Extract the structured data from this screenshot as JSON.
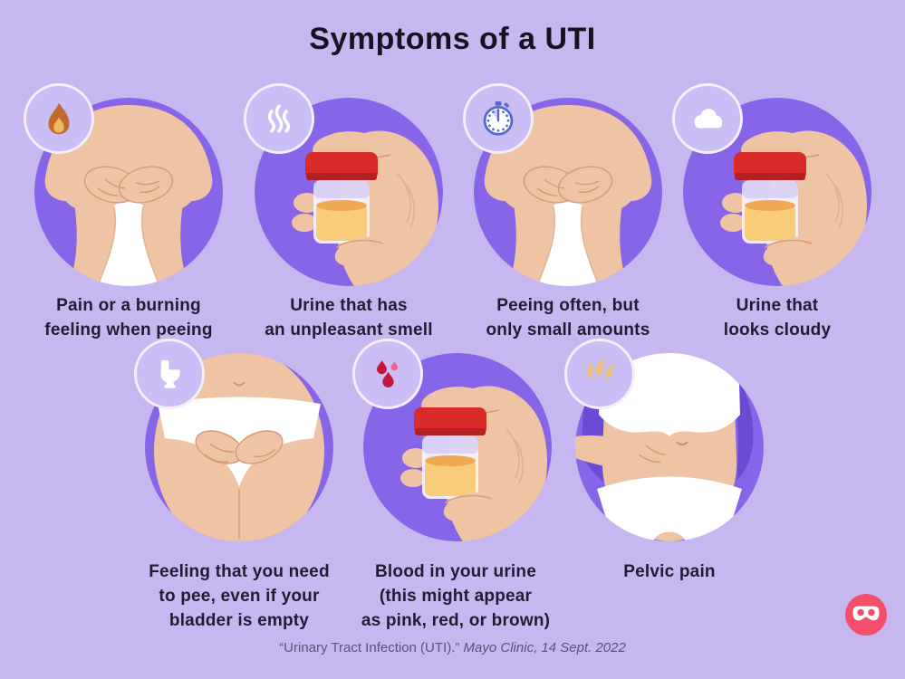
{
  "title": "Symptoms of a UTI",
  "colors": {
    "background": "#C7B7F1",
    "illustration_circle": "#8765E8",
    "badge_fill": "#CBBDF6",
    "text": "#221C33",
    "citation_text": "#5B5379",
    "logo_pink": "#F4506C",
    "urine_yellow": "#F8CC78",
    "lid_red": "#D92B27",
    "blood_red": "#C21738"
  },
  "symptoms": [
    {
      "id": "burning",
      "icon": "flame-icon",
      "illustration": "person-sitting-on-toilet",
      "lines": [
        "Pain or a burning",
        "feeling when peeing"
      ]
    },
    {
      "id": "smell",
      "icon": "odor-waves-icon",
      "illustration": "hand-holding-urine-cup",
      "lines": [
        "Urine that has",
        "an unpleasant smell"
      ]
    },
    {
      "id": "frequency",
      "icon": "stopwatch-icon",
      "illustration": "person-sitting-on-toilet",
      "lines": [
        "Peeing often, but",
        "only small amounts"
      ]
    },
    {
      "id": "cloudy",
      "icon": "cloud-icon",
      "illustration": "hand-holding-urine-cup",
      "lines": [
        "Urine that",
        "looks cloudy"
      ]
    },
    {
      "id": "urgency",
      "icon": "toilet-icon",
      "illustration": "hands-over-pelvis",
      "lines": [
        "Feeling that you need",
        "to pee, even if your",
        "bladder is empty"
      ]
    },
    {
      "id": "blood",
      "icon": "blood-drops-icon",
      "illustration": "hand-holding-urine-cup",
      "lines": [
        "Blood in your urine",
        "(this might appear",
        "as pink, red, or brown)"
      ]
    },
    {
      "id": "pelvic-pain",
      "icon": "lightning-bolts-icon",
      "illustration": "torso-hand-on-belly",
      "lines": [
        "Pelvic pain"
      ]
    }
  ],
  "citation": {
    "quote": "“Urinary Tract Infection (UTI).”",
    "source": "Mayo Clinic, 14 Sept. 2022"
  },
  "logo": "osmosis-mask-logo"
}
